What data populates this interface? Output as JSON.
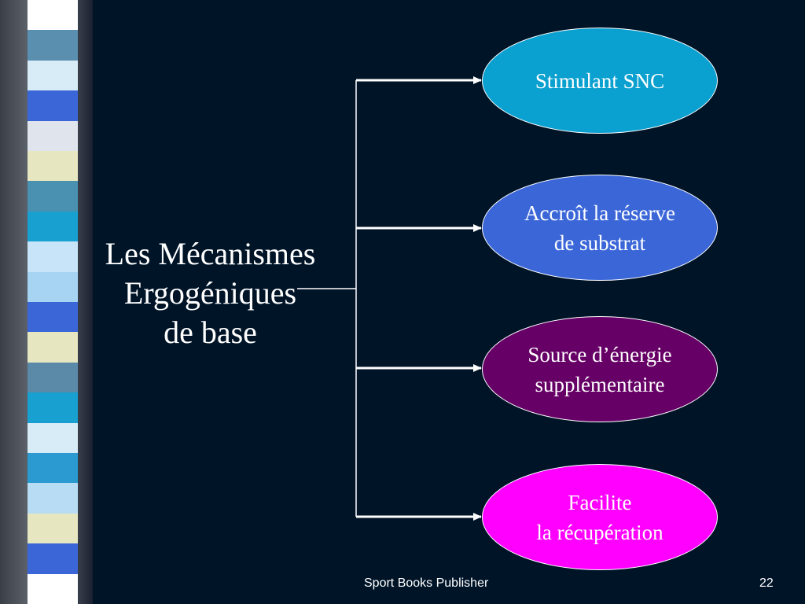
{
  "title": {
    "lines": [
      "Les Mécanismes",
      "Ergogéniques",
      "de base"
    ]
  },
  "mechanisms": [
    {
      "lines": [
        "Stimulant SNC"
      ],
      "color": "#0aa0d0"
    },
    {
      "lines": [
        "Accroît la réserve",
        "de substrat"
      ],
      "color": "#3a66d8"
    },
    {
      "lines": [
        "Source d’énergie",
        "supplémentaire"
      ],
      "color": "#660066"
    },
    {
      "lines": [
        "Facilite",
        "la récupération"
      ],
      "color": "#ff00ff"
    }
  ],
  "footer": {
    "publisher": "Sport Books Publisher",
    "page_number": "22"
  },
  "colors": {
    "background": "#001428",
    "connector": "#ffffff",
    "text": "#ffffff"
  },
  "decoration": {
    "stripe_colors": [
      "#ffffff",
      "#5b8fb0",
      "#d8ecf8",
      "#3a66d8",
      "#e0e4ec",
      "#e6e6c0",
      "#4a90b0",
      "#17a0d0",
      "#c8e4f8",
      "#a8d4f4",
      "#3a66d8",
      "#e6e6c0",
      "#5a8aa8",
      "#17a0d0",
      "#d8ecf8",
      "#2a9ad0",
      "#b8dcf4",
      "#e6e6c0",
      "#3a66d8",
      "#ffffff"
    ]
  }
}
